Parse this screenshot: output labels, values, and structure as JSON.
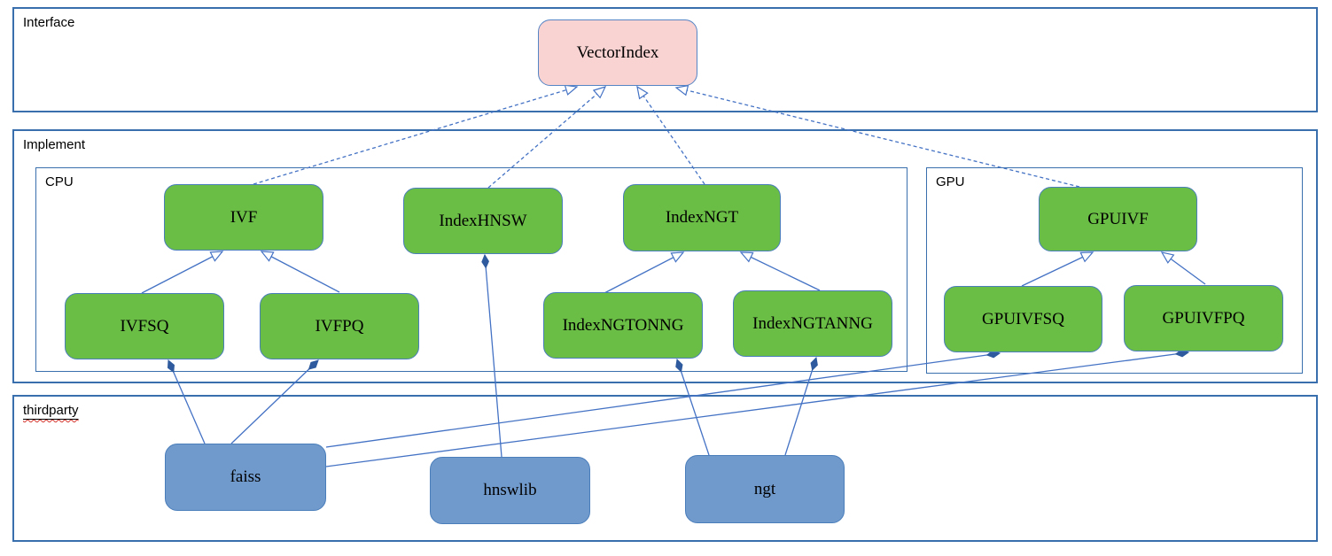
{
  "containers": {
    "interface": {
      "label": "Interface"
    },
    "implement": {
      "label": "Implement"
    },
    "cpu": {
      "label": "CPU"
    },
    "gpu": {
      "label": "GPU"
    },
    "thirdparty": {
      "label": "thirdparty"
    }
  },
  "nodes": {
    "vectorindex": {
      "label": "VectorIndex",
      "group": "interface"
    },
    "ivf": {
      "label": "IVF",
      "group": "cpu"
    },
    "indexhnsw": {
      "label": "IndexHNSW",
      "group": "cpu"
    },
    "indexngt": {
      "label": "IndexNGT",
      "group": "cpu"
    },
    "ivfsq": {
      "label": "IVFSQ",
      "group": "cpu"
    },
    "ivfpq": {
      "label": "IVFPQ",
      "group": "cpu"
    },
    "indexngtonng": {
      "label": "IndexNGTONNG",
      "group": "cpu"
    },
    "indexngtanng": {
      "label": "IndexNGTANNG",
      "group": "cpu"
    },
    "gpuivf": {
      "label": "GPUIVF",
      "group": "gpu"
    },
    "gpuivfsq": {
      "label": "GPUIVFSQ",
      "group": "gpu"
    },
    "gpuivfpq": {
      "label": "GPUIVFPQ",
      "group": "gpu"
    },
    "faiss": {
      "label": "faiss",
      "group": "thirdparty"
    },
    "hnswlib": {
      "label": "hnswlib",
      "group": "thirdparty"
    },
    "ngt": {
      "label": "ngt",
      "group": "thirdparty"
    }
  },
  "edges": [
    {
      "from": "ivf",
      "to": "vectorindex",
      "type": "realization-dashed-hollow-arrow"
    },
    {
      "from": "indexhnsw",
      "to": "vectorindex",
      "type": "realization-dashed-hollow-arrow"
    },
    {
      "from": "indexngt",
      "to": "vectorindex",
      "type": "realization-dashed-hollow-arrow"
    },
    {
      "from": "gpuivf",
      "to": "vectorindex",
      "type": "realization-dashed-hollow-arrow"
    },
    {
      "from": "ivfsq",
      "to": "ivf",
      "type": "generalization-hollow-arrow"
    },
    {
      "from": "ivfpq",
      "to": "ivf",
      "type": "generalization-hollow-arrow"
    },
    {
      "from": "indexngtonng",
      "to": "indexngt",
      "type": "generalization-hollow-arrow"
    },
    {
      "from": "indexngtanng",
      "to": "indexngt",
      "type": "generalization-hollow-arrow"
    },
    {
      "from": "gpuivfsq",
      "to": "gpuivf",
      "type": "generalization-hollow-arrow"
    },
    {
      "from": "gpuivfpq",
      "to": "gpuivf",
      "type": "generalization-hollow-arrow"
    },
    {
      "from": "faiss",
      "to": "ivfsq",
      "type": "composition-filled-diamond"
    },
    {
      "from": "faiss",
      "to": "ivfpq",
      "type": "composition-filled-diamond"
    },
    {
      "from": "faiss",
      "to": "gpuivfsq",
      "type": "composition-filled-diamond"
    },
    {
      "from": "faiss",
      "to": "gpuivfpq",
      "type": "composition-filled-diamond"
    },
    {
      "from": "hnswlib",
      "to": "indexhnsw",
      "type": "composition-filled-diamond"
    },
    {
      "from": "ngt",
      "to": "indexngtonng",
      "type": "composition-filled-diamond"
    },
    {
      "from": "ngt",
      "to": "indexngtanng",
      "type": "composition-filled-diamond"
    }
  ],
  "colors": {
    "green_fill": "#6abd45",
    "pink_fill": "#f9d2d2",
    "pink_border": "#5585c5",
    "blue_fill": "#7099cc",
    "node_border": "#4a7ebb",
    "container_border": "#3a6fae",
    "connector": "#4472c4",
    "diamond_fill": "#2f5b9e",
    "wavy_underline": "#d0342c"
  }
}
